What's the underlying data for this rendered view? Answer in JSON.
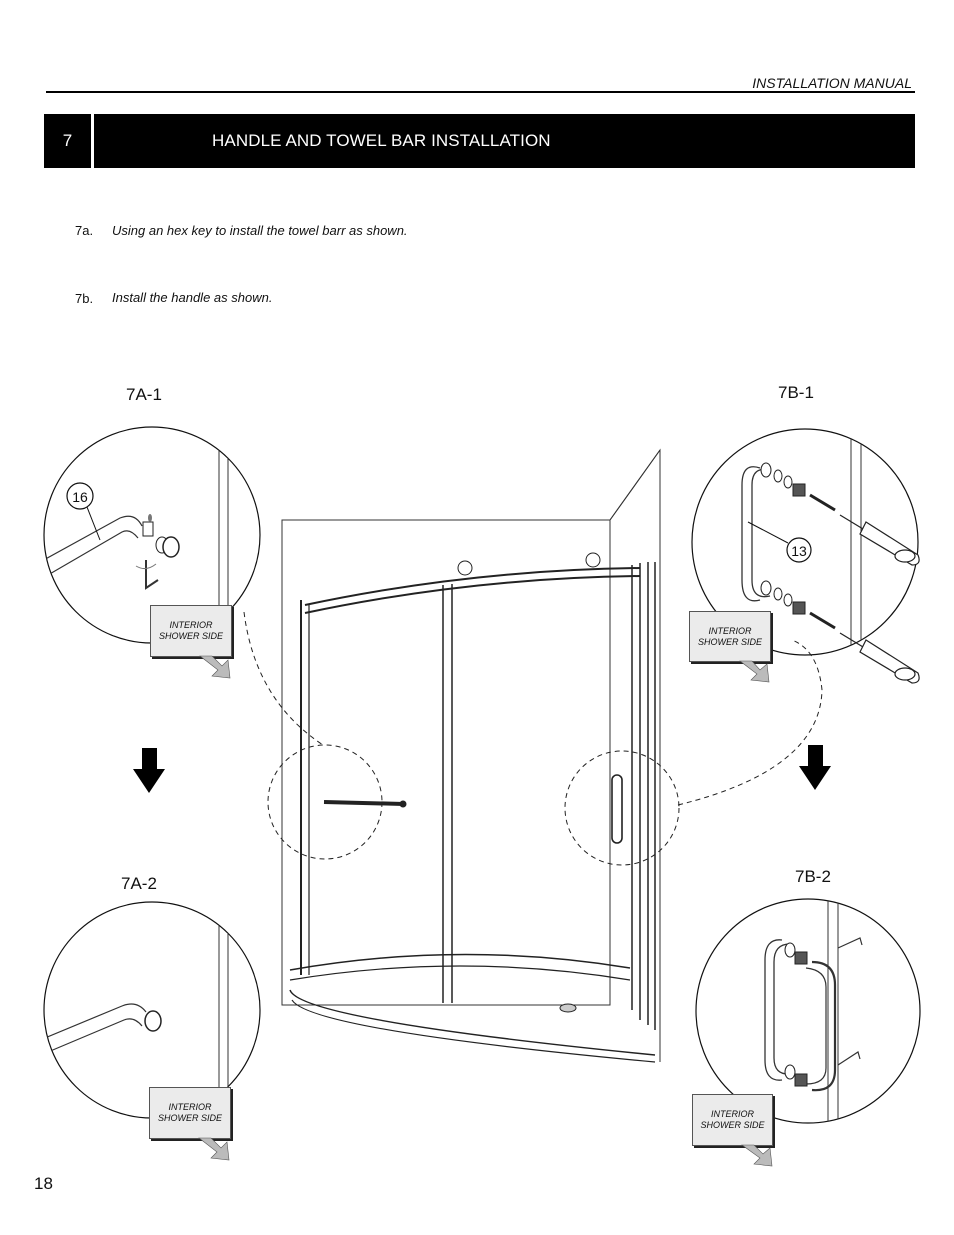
{
  "header": {
    "manual_title": "INSTALLATION MANUAL"
  },
  "section": {
    "number": "7",
    "title": "HANDLE AND TOWEL BAR INSTALLATION"
  },
  "steps": [
    {
      "label": "7a.",
      "text": "Using an hex key to install the towel barr as shown."
    },
    {
      "label": "7b.",
      "text": "Install the handle as shown."
    }
  ],
  "figures": {
    "a1": {
      "label": "7A-1",
      "callout": "16"
    },
    "a2": {
      "label": "7A-2"
    },
    "b1": {
      "label": "7B-1",
      "callout": "13"
    },
    "b2": {
      "label": "7B-2"
    }
  },
  "interior_label": {
    "line1": "INTERIOR",
    "line2": "SHOWER SIDE"
  },
  "page_number": "18"
}
